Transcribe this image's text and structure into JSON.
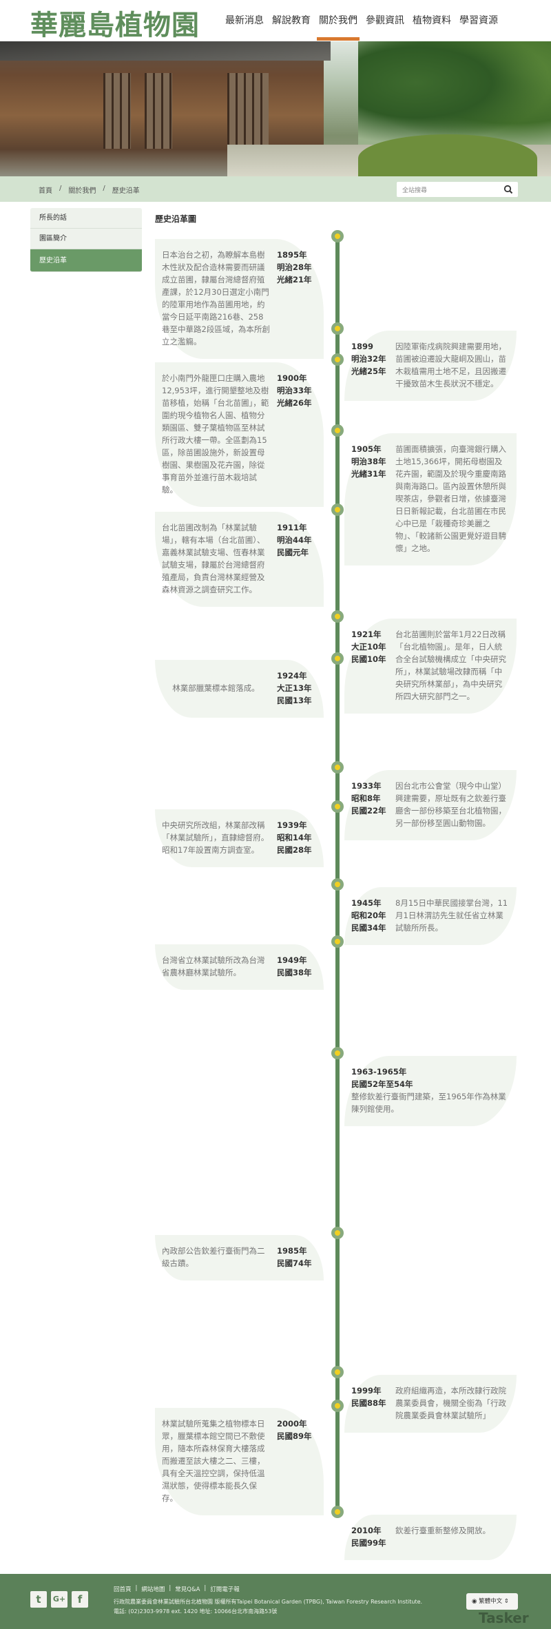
{
  "header": {
    "logo": "華麗島植物園",
    "nav": [
      "最新消息",
      "解說教育",
      "關於我們",
      "參觀資訊",
      "植物資料",
      "學習資源"
    ],
    "active_nav": "關於我們",
    "accent_color": "#d9792f",
    "brand_color": "#5f8e5c"
  },
  "breadcrumb": [
    "首頁",
    "/",
    "關於我們",
    "/",
    "歷史沿革"
  ],
  "search": {
    "placeholder": "全站搜尋",
    "icon": "search-icon"
  },
  "sidebar": {
    "items": [
      "所長的話",
      "園區簡介",
      "歷史沿革"
    ],
    "active": "歷史沿革"
  },
  "page_title": "歷史沿革圖",
  "timeline": [
    {
      "side": "left",
      "year": [
        "1895年",
        "明治28年",
        "光緒21年"
      ],
      "text": "日本治台之初，為瞭解本島樹木性狀及配合造林需要而研議成立苗圃，隸屬台灣總督府殖產課，於12月30日選定小南門的陸軍用地作為苗圃用地，約當今日延平南路216巷、258巷至中華路2段區域，為本所創立之濫觴。"
    },
    {
      "side": "right",
      "year": [
        "1899",
        "明治32年",
        "光緒25年"
      ],
      "text": "因陸軍衛戍病院興建需要用地，苗圃被迫遷設大龍峒及圓山，苗木栽植需用土地不足，且因搬遷干擾致苗木生長狀況不穩定。"
    },
    {
      "side": "left",
      "year": [
        "1900年",
        "明治33年",
        "光緒26年"
      ],
      "text": "於小南門外龍匣口庄購入農地12,953坪，進行開墾整地及樹苗移植，始稱「台北苗圃」，範圍約現今植物名人園、植物分類園區、雙子葉植物區至林試所行政大樓一帶。全區劃為15區，除苗圃設施外，新設置母樹園、果樹園及花卉園，除從事育苗外並進行苗木栽培試驗。"
    },
    {
      "side": "right",
      "year": [
        "1905年",
        "明治38年",
        "光緒31年"
      ],
      "text": "苗圃面積擴張，向臺灣銀行購入土地15,366坪，開拓母樹園及花卉園，範圍及於現今重慶南路與南海路口。區內設置休憩所與喫茶店，參觀者日增，依據臺灣日日新報記載，台北苗圃在市民心中已是「栽種奇珍美麗之物」、「較諸新公園更覺好遊目騁懷」之地。"
    },
    {
      "side": "left",
      "year": [
        "1911年",
        "明治44年",
        "民國元年"
      ],
      "text": "台北苗圃改制為「林業試驗場」，轄有本場（台北苗圃）、嘉義林業試驗支場、恆春林業試驗支場，隸屬於台灣總督府殖產局，負責台灣林業經營及森林資源之調查研究工作。"
    },
    {
      "side": "right",
      "year": [
        "1921年",
        "大正10年",
        "民國10年"
      ],
      "text": "台北苗圃則於當年1月22日改稱「台北植物園」。是年，日人統合全台試驗機構成立「中央研究所」，林業試驗場改隸而稱「中央研究所林業部」，為中央研究所四大研究部門之一。"
    },
    {
      "side": "left",
      "year": [
        "1924年",
        "大正13年",
        "民國13年"
      ],
      "text": "林業部臘葉標本館落成。"
    },
    {
      "side": "right",
      "year": [
        "1933年",
        "昭和8年",
        "民國22年"
      ],
      "text": "因台北市公會堂（現今中山堂）興建需要，原址既有之欽差行臺廳舍一部份移築至台北植物園，另一部份移至圓山動物園。"
    },
    {
      "side": "left",
      "year": [
        "1939年",
        "昭和14年",
        "民國28年"
      ],
      "text": "中央研究所改組，林業部改稱「林業試驗所」，直隸總督府。昭和17年設置南方調查室。"
    },
    {
      "side": "right",
      "year": [
        "1945年",
        "昭和20年",
        "民國34年"
      ],
      "text": "8月15日中華民國接掌台灣，11月1日林渭訪先生就任省立林業試驗所所長。"
    },
    {
      "side": "left",
      "year": [
        "1949年",
        "民國38年"
      ],
      "text": "台灣省立林業試驗所改為台灣省農林廳林業試驗所。"
    },
    {
      "side": "right",
      "year": [
        "1963-1965年",
        "民國52年至54年"
      ],
      "text": "整修欽差行臺衙門建築，至1965年作為林業陳列館使用。"
    },
    {
      "side": "left",
      "year": [
        "1985年",
        "民國74年"
      ],
      "text": "內政部公告欽差行臺衙門為二級古蹟。"
    },
    {
      "side": "right",
      "year": [
        "1999年",
        "民國88年"
      ],
      "text": "政府組織再造，本所改隸行政院農業委員會，機關全銜為「行政院農業委員會林業試驗所」"
    },
    {
      "side": "left",
      "year": [
        "2000年",
        "民國89年"
      ],
      "text": "林業試驗所蒐集之植物標本日眾，臘葉標本館空間已不敷使用，隨本所森林保育大樓落成而搬遷至該大樓之二、三樓，具有全天溫控空調，保持低溫濕狀態，使得標本能長久保存。"
    },
    {
      "side": "right",
      "year": [
        "2010年",
        "民國99年"
      ],
      "text": "欽差行臺重新整修及開放。"
    }
  ],
  "footer": {
    "social": [
      "twitter-icon",
      "google-plus-icon",
      "facebook-icon"
    ],
    "links": [
      "回首頁",
      "|",
      "網站地圖",
      "|",
      "常見Q&A",
      "|",
      "訂閱電子報"
    ],
    "copyright": "行政院農業委員會林業試驗所台北植物園 版權所有Taipei Botanical Garden (TPBG), Taiwan Forestry Research Institute.",
    "contact": "電話: (02)2303-9978 ext. 1420 地址: 10066台北市南海路53號",
    "language": "繁體中文",
    "watermark": "Tasker"
  }
}
